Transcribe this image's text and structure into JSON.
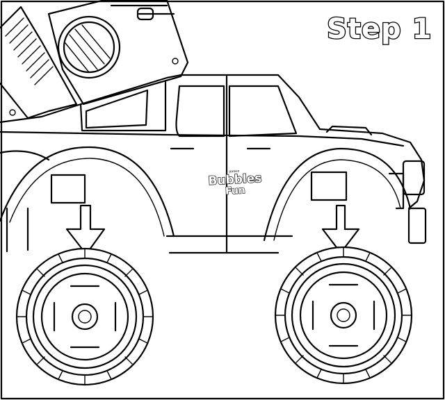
{
  "page": {
    "step_label": "Step 1",
    "logo": {
      "top": "paseo",
      "main": "Bubbles",
      "sub": "Fun"
    },
    "colors": {
      "background": "#ffffff",
      "line": "#000000"
    },
    "icons": [
      "monster-truck-illustration",
      "down-arrow-icon",
      "wheel-icon"
    ]
  }
}
